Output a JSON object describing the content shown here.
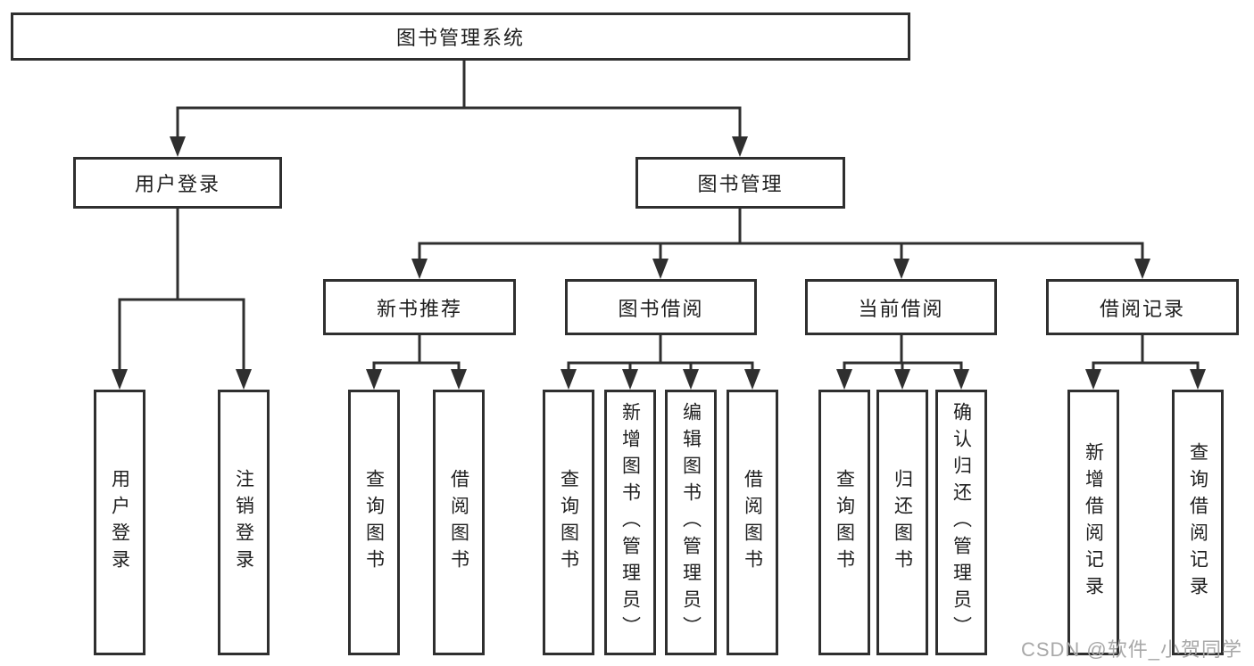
{
  "diagram_type": "hierarchy",
  "nodes": {
    "root": {
      "label": "图书管理系统"
    },
    "level2": [
      {
        "label": "用户登录",
        "parent": "图书管理系统"
      },
      {
        "label": "图书管理",
        "parent": "图书管理系统"
      }
    ],
    "level3": [
      {
        "label": "新书推荐",
        "parent": "图书管理"
      },
      {
        "label": "图书借阅",
        "parent": "图书管理"
      },
      {
        "label": "当前借阅",
        "parent": "图书管理"
      },
      {
        "label": "借阅记录",
        "parent": "图书管理"
      }
    ],
    "leaves": [
      {
        "label": "用户登录",
        "parent": "用户登录"
      },
      {
        "label": "注销登录",
        "parent": "用户登录"
      },
      {
        "label": "查询图书",
        "parent": "新书推荐"
      },
      {
        "label": "借阅图书",
        "parent": "新书推荐"
      },
      {
        "label": "查询图书",
        "parent": "图书借阅"
      },
      {
        "label": "新增图书（管理员）",
        "parent": "图书借阅"
      },
      {
        "label": "编辑图书（管理员）",
        "parent": "图书借阅"
      },
      {
        "label": "借阅图书",
        "parent": "图书借阅"
      },
      {
        "label": "查询图书",
        "parent": "当前借阅"
      },
      {
        "label": "归还图书",
        "parent": "当前借阅"
      },
      {
        "label": "确认归还（管理员）",
        "parent": "当前借阅"
      },
      {
        "label": "新增借阅记录",
        "parent": "借阅记录"
      },
      {
        "label": "查询借阅记录",
        "parent": "借阅记录"
      }
    ]
  },
  "watermark": {
    "text": "CSDN @软件_小贺同学"
  },
  "colors": {
    "line": "#2f2f2f",
    "box_border": "#2f2f2f",
    "text": "#1f1f1f",
    "watermark": "#a8a8a8",
    "background": "#ffffff"
  }
}
